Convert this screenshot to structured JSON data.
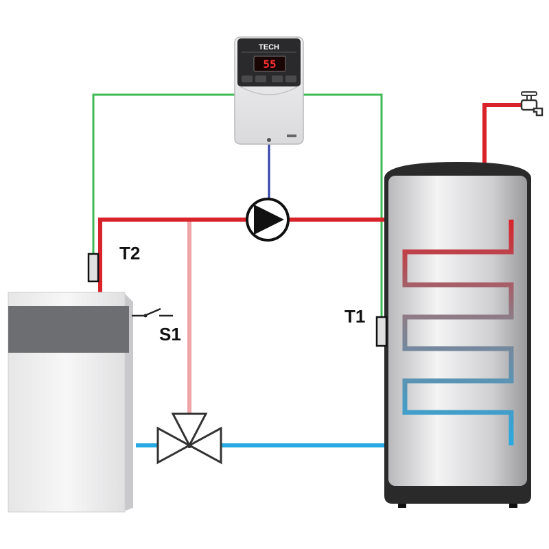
{
  "controller": {
    "brand": "TECH",
    "display_value": "55"
  },
  "sensors": {
    "t1": "T1",
    "t2": "T2"
  },
  "switch_label": "S1",
  "colors": {
    "hot_pipe": "#d8232a",
    "return_pipe": "#27aae1",
    "bypass_pipe": "#f0a5a8",
    "sensor_wire": "#3dba54",
    "pump_wire": "#2e3fa6"
  },
  "icons": [
    "controller-icon",
    "pump-icon",
    "valve-icon",
    "faucet-icon",
    "boiler-icon",
    "tank-icon",
    "switch-icon"
  ]
}
